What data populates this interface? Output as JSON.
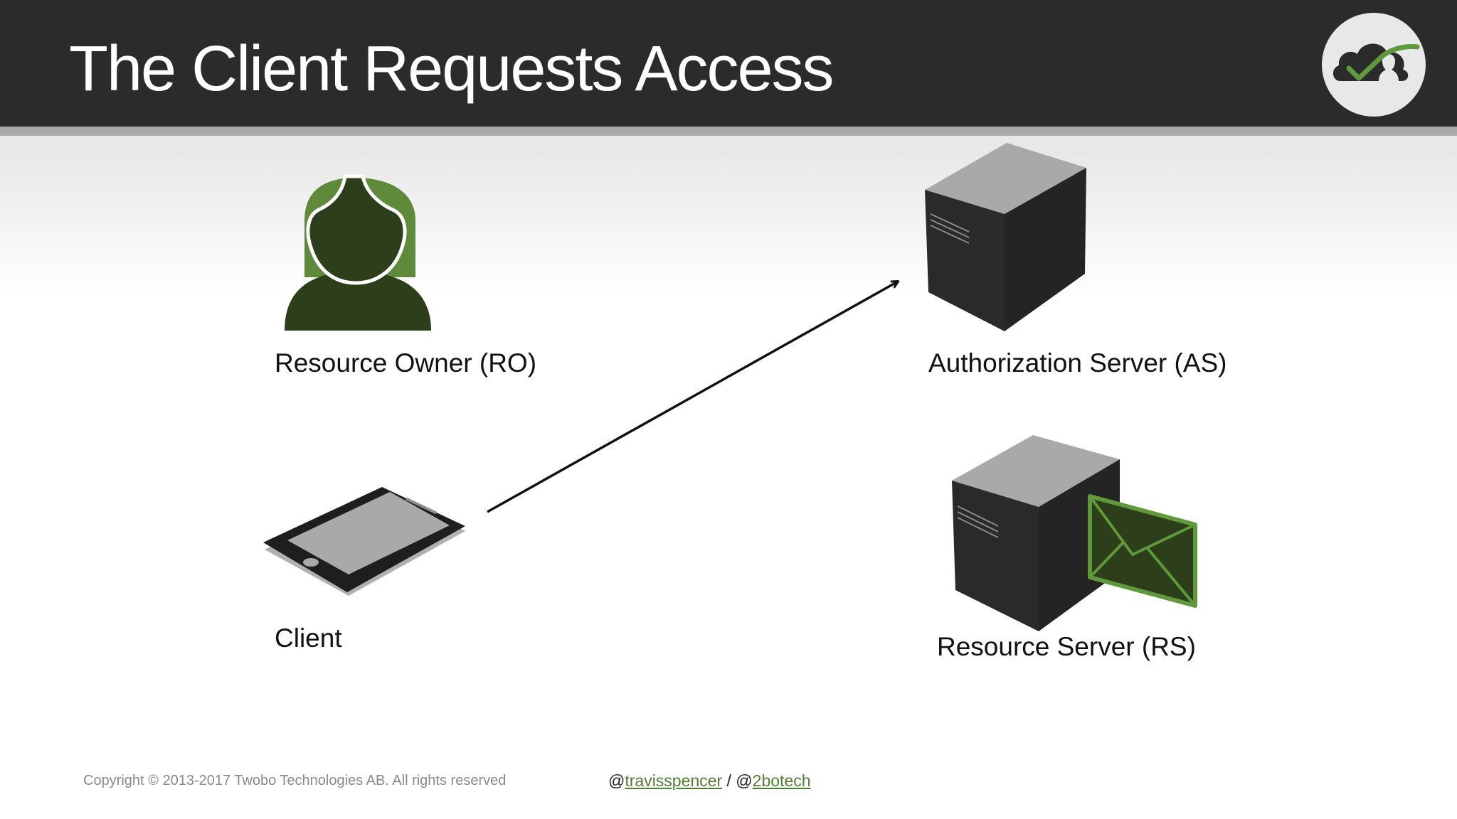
{
  "slide": {
    "title": "The Client Requests Access"
  },
  "header": {
    "logo_icon": "cloud-check-user-icon"
  },
  "diagram": {
    "nodes": {
      "resource_owner": {
        "label": "Resource Owner (RO)",
        "icon": "user-icon"
      },
      "authorization_server": {
        "label": "Authorization Server (AS)",
        "icon": "server-icon"
      },
      "client": {
        "label": "Client",
        "icon": "tablet-icon"
      },
      "resource_server": {
        "label": "Resource Server (RS)",
        "icon": "server-envelope-icon"
      }
    },
    "edges": [
      {
        "from": "client",
        "to": "authorization_server",
        "style": "arrow"
      }
    ]
  },
  "footer": {
    "copyright": "Copyright © 2013-2017 Twobo Technologies AB. All rights reserved",
    "at1": "@",
    "handle1": "travisspencer",
    "separator": " / @",
    "handle2": "2botech"
  },
  "colors": {
    "header_bg": "#2b2b2b",
    "accent_green": "#5e8a3a",
    "dark_green": "#2c3e1a",
    "server_dark": "#2a2a2a",
    "server_top": "#a9a9aa"
  }
}
